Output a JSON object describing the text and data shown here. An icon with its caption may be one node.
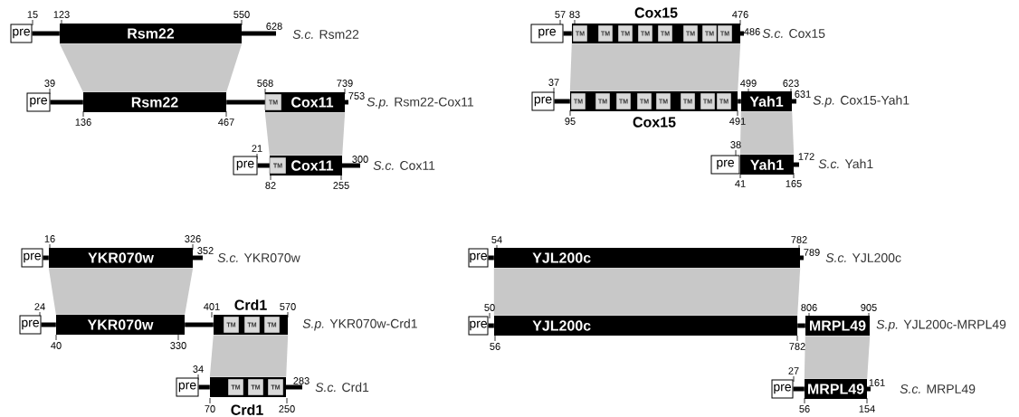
{
  "diagram": {
    "nodes": [
      {
        "text": [
          "pre"
        ]
      },
      {
        "text": [
          "Rsm22"
        ]
      },
      {
        "text": [
          "pre"
        ]
      },
      {
        "text": [
          "Rsm22"
        ]
      },
      {
        "text": [
          "Cox11"
        ]
      },
      {
        "text": [
          "TM"
        ],
        "in": 4
      },
      {
        "text": [
          "pre"
        ]
      },
      {
        "text": [
          "Cox11"
        ]
      },
      {
        "text": [
          "TM"
        ],
        "in": 7
      },
      {
        "text": [
          "pre"
        ]
      },
      {
        "text": [
          "Cox15"
        ]
      },
      {
        "text": [
          "TM"
        ],
        "in": 10
      },
      {
        "text": [
          "TM"
        ],
        "in": 10
      },
      {
        "text": [
          "TM"
        ],
        "in": 10
      },
      {
        "text": [
          "TM"
        ],
        "in": 10
      },
      {
        "text": [
          "TM"
        ],
        "in": 10
      },
      {
        "text": [
          "TM"
        ],
        "in": 10
      },
      {
        "text": [
          "TM"
        ],
        "in": 10
      },
      {
        "text": [
          "TM"
        ],
        "in": 10
      },
      {
        "text": [
          "pre"
        ]
      },
      {
        "text": [
          "Cox15"
        ]
      },
      {
        "text": [
          "TM"
        ],
        "in": 20
      },
      {
        "text": [
          "TM"
        ],
        "in": 20
      },
      {
        "text": [
          "TM"
        ],
        "in": 20
      },
      {
        "text": [
          "TM"
        ],
        "in": 20
      },
      {
        "text": [
          "TM"
        ],
        "in": 20
      },
      {
        "text": [
          "TM"
        ],
        "in": 20
      },
      {
        "text": [
          "TM"
        ],
        "in": 20
      },
      {
        "text": [
          "TM"
        ],
        "in": 20
      },
      {
        "text": [
          "Yah1"
        ]
      },
      {
        "text": [
          "pre"
        ]
      },
      {
        "text": [
          "Yah1"
        ]
      },
      {
        "text": [
          "pre"
        ]
      },
      {
        "text": [
          "YKR070w"
        ]
      },
      {
        "text": [
          "pre"
        ]
      },
      {
        "text": [
          "YKR070w"
        ]
      },
      {
        "text": [
          "Crd1"
        ]
      },
      {
        "text": [
          "TM"
        ],
        "in": 36
      },
      {
        "text": [
          "TM"
        ],
        "in": 36
      },
      {
        "text": [
          "TM"
        ],
        "in": 36
      },
      {
        "text": [
          "pre"
        ]
      },
      {
        "text": [
          "Crd1"
        ]
      },
      {
        "text": [
          "TM"
        ],
        "in": 41
      },
      {
        "text": [
          "TM"
        ],
        "in": 41
      },
      {
        "text": [
          "TM"
        ],
        "in": 41
      },
      {
        "text": [
          "pre"
        ]
      },
      {
        "text": [
          "YJL200c"
        ]
      },
      {
        "text": [
          "pre"
        ]
      },
      {
        "text": [
          "YJL200c"
        ]
      },
      {
        "text": [
          "MRPL49"
        ]
      },
      {
        "text": [
          "pre"
        ]
      },
      {
        "text": [
          "MRPL49"
        ]
      }
    ],
    "edges": [
      {
        "from": 0,
        "to": 1,
        "arrow": "none"
      },
      {
        "from": 1,
        "to": 3,
        "arrow": "none",
        "color": "#c8c8c8"
      },
      {
        "from": 2,
        "to": 3,
        "arrow": "none"
      },
      {
        "from": 3,
        "to": 4,
        "arrow": "none"
      },
      {
        "from": 4,
        "to": 7,
        "arrow": "none",
        "color": "#c8c8c8"
      },
      {
        "from": 6,
        "to": 7,
        "arrow": "none"
      },
      {
        "from": 9,
        "to": 10,
        "arrow": "none"
      },
      {
        "from": 10,
        "to": 20,
        "arrow": "none",
        "color": "#c8c8c8"
      },
      {
        "from": 19,
        "to": 20,
        "arrow": "none"
      },
      {
        "from": 20,
        "to": 29,
        "arrow": "none"
      },
      {
        "from": 29,
        "to": 31,
        "arrow": "none",
        "color": "#c8c8c8"
      },
      {
        "from": 32,
        "to": 33,
        "arrow": "none"
      },
      {
        "from": 33,
        "to": 35,
        "arrow": "none",
        "color": "#c8c8c8"
      },
      {
        "from": 34,
        "to": 35,
        "arrow": "none"
      },
      {
        "from": 35,
        "to": 36,
        "arrow": "none"
      },
      {
        "from": 36,
        "to": 41,
        "arrow": "none",
        "color": "#c8c8c8"
      },
      {
        "from": 40,
        "to": 41,
        "arrow": "none"
      },
      {
        "from": 45,
        "to": 46,
        "arrow": "none"
      },
      {
        "from": 46,
        "to": 48,
        "arrow": "none",
        "color": "#c8c8c8"
      },
      {
        "from": 47,
        "to": 48,
        "arrow": "none"
      },
      {
        "from": 48,
        "to": 49,
        "arrow": "none"
      },
      {
        "from": 49,
        "to": 51,
        "arrow": "none",
        "color": "#c8c8c8"
      },
      {
        "from": 50,
        "to": 51,
        "arrow": "none"
      }
    ],
    "labels": [
      "15",
      "123",
      "550",
      "628",
      "*S.c.* Rsm22",
      "39",
      "568",
      "739",
      "753",
      "*S.p.* Rsm22-Cox11",
      "136",
      "467",
      "21",
      "300",
      "*S.c.* Cox11",
      "82",
      "255",
      "57",
      "83",
      "476",
      "486",
      "*S.c.* Cox15",
      "37",
      "499",
      "623",
      "631",
      "*S.p.* Cox15-Yah1",
      "95",
      "491",
      "38",
      "172",
      "*S.c.* Yah1",
      "41",
      "165",
      "16",
      "326",
      "352",
      "*S.c.* YKR070w",
      "24",
      "401",
      "570",
      "*S.p.* YKR070w-Crd1",
      "40",
      "330",
      "34",
      "283",
      "*S.c.* Crd1",
      "70",
      "250",
      "54",
      "782",
      "789",
      "*S.c.* YJL200c",
      "50",
      "806",
      "905",
      "*S.p.* YJL200c-MRPL49",
      "56",
      "782",
      "27",
      "161",
      "*S.c.* MRPL49",
      "56",
      "154"
    ]
  }
}
